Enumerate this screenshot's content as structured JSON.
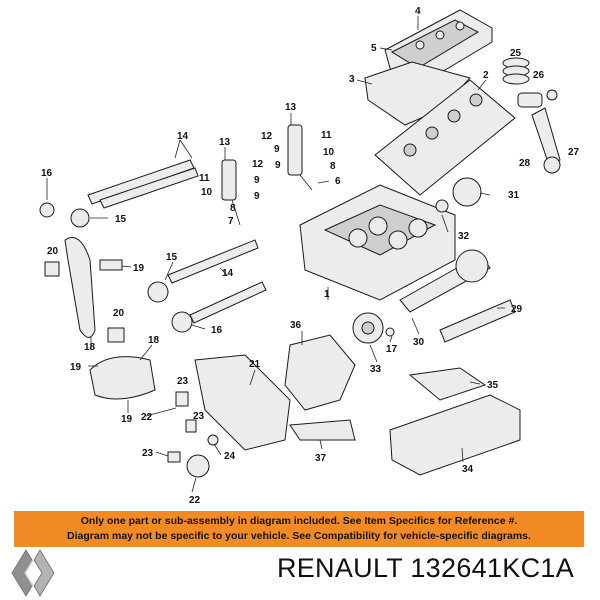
{
  "diagram": {
    "callouts": [
      "1",
      "2",
      "3",
      "4",
      "5",
      "6",
      "7",
      "8",
      "9",
      "10",
      "11",
      "12",
      "13",
      "14",
      "15",
      "16",
      "17",
      "18",
      "19",
      "20",
      "21",
      "22",
      "23",
      "24",
      "25",
      "26",
      "27",
      "28",
      "29",
      "30",
      "31",
      "32",
      "33",
      "34",
      "35",
      "36",
      "37"
    ]
  },
  "notice": {
    "line1": "Only one part or sub-assembly in diagram included. See Item Specifics for Reference #.",
    "line2": "Diagram may not be specific to your vehicle. See Compatibility for vehicle-specific diagrams.",
    "background_color": "#f28a25"
  },
  "footer": {
    "brand_logo": "renault-diamond-logo",
    "part_number": "RENAULT 132641KC1A"
  }
}
